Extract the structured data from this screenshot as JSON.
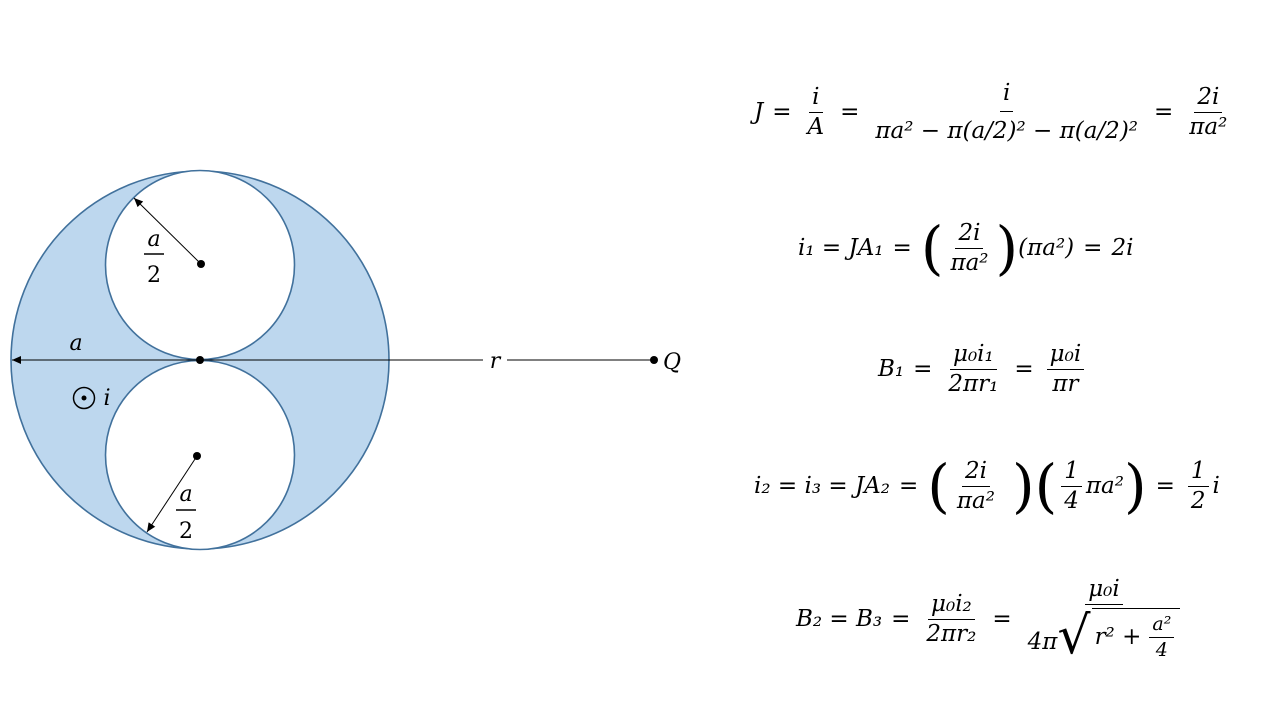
{
  "diagram": {
    "labels": {
      "top_radius": {
        "num": "a",
        "den": "2"
      },
      "bottom_radius": {
        "num": "a",
        "den": "2"
      },
      "big_radius": "a",
      "distance": "r",
      "point": "Q",
      "current": "i"
    },
    "colors": {
      "fill": "#bdd7ee",
      "stroke": "#41719c"
    }
  },
  "equations": {
    "eq1": {
      "lhs": "J",
      "f1_num": "i",
      "f1_den": "A",
      "f2_num": "i",
      "f2_den": "πa² − π(a/2)² − π(a/2)²",
      "f3_num": "2i",
      "f3_den": "πa²"
    },
    "eq2": {
      "lhs": "i₁ = JA₁",
      "factor1_num": "2i",
      "factor1_den": "πa²",
      "factor2": "(πa²)",
      "rhs": "2i"
    },
    "eq3": {
      "lhs": "B₁",
      "f1_num": "μ₀i₁",
      "f1_den": "2πr₁",
      "f2_num": "μ₀i",
      "f2_den": "πr"
    },
    "eq4": {
      "lhs": "i₂ = i₃ = JA₂",
      "f1_num": "2i",
      "f1_den": "πa²",
      "f2_num": "1",
      "f2_den": "4",
      "f2_tail": "πa²",
      "f3_num": "1",
      "f3_den": "2",
      "f3_tail": "i"
    },
    "eq5": {
      "lhs": "B₂ = B₃",
      "f1_num": "μ₀i₂",
      "f1_den": "2πr₂",
      "f2_num": "μ₀i",
      "f2_den_pre": "4π",
      "rad_a": "r² +",
      "rad_frac_num": "a²",
      "rad_frac_den": "4"
    }
  }
}
